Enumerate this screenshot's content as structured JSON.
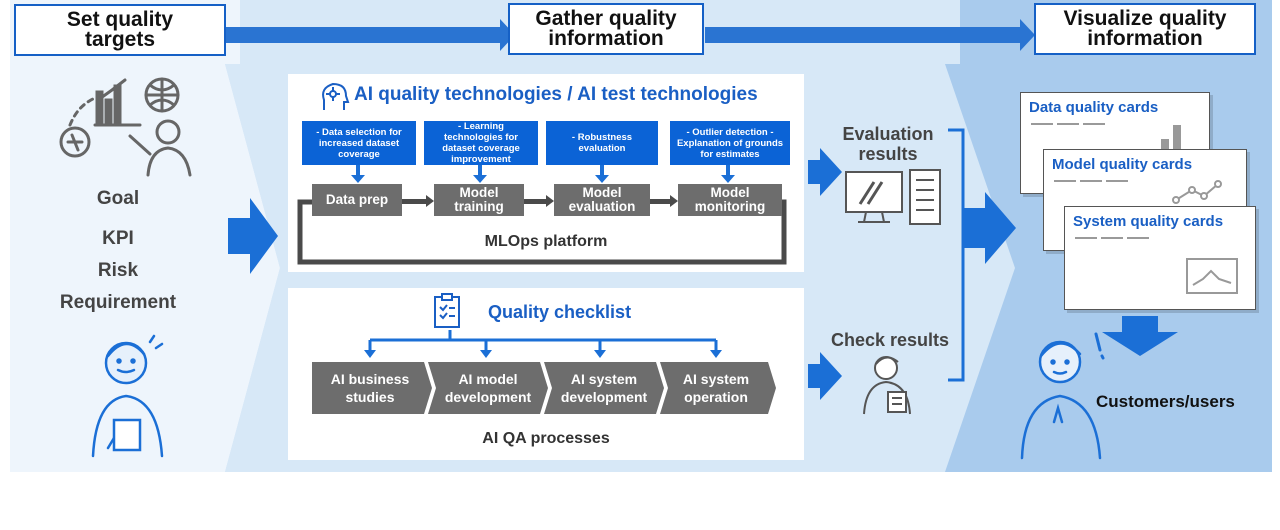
{
  "stages": {
    "set": "Set quality targets",
    "gather": "Gather quality information",
    "visualize": "Visualize quality information"
  },
  "left": {
    "goal": "Goal",
    "kpi": "KPI",
    "risk": "Risk",
    "requirement": "Requirement"
  },
  "tech": {
    "title": "AI quality technologies / AI test technologies",
    "boxes": [
      "- Data selection for increased dataset coverage",
      "- Learning technologies for dataset coverage improvement",
      "- Robustness evaluation",
      "- Outlier detection - Explanation of grounds for estimates"
    ]
  },
  "mlops": {
    "steps": [
      "Data prep",
      "Model training",
      "Model evaluation",
      "Model monitoring"
    ],
    "title": "MLOps platform"
  },
  "checklist": {
    "title": "Quality checklist",
    "steps": [
      "AI business studies",
      "AI model development",
      "AI system development",
      "AI system operation"
    ],
    "processes": "AI QA processes"
  },
  "results": {
    "evaluation": "Evaluation results",
    "check": "Check results"
  },
  "cards": {
    "data": "Data quality cards",
    "model": "Model quality cards",
    "system": "System quality cards"
  },
  "customers": "Customers/users",
  "colors": {
    "brand_blue": "#0b63d6",
    "title_blue": "#1a5fc4",
    "step_gray": "#6d6d6d"
  }
}
